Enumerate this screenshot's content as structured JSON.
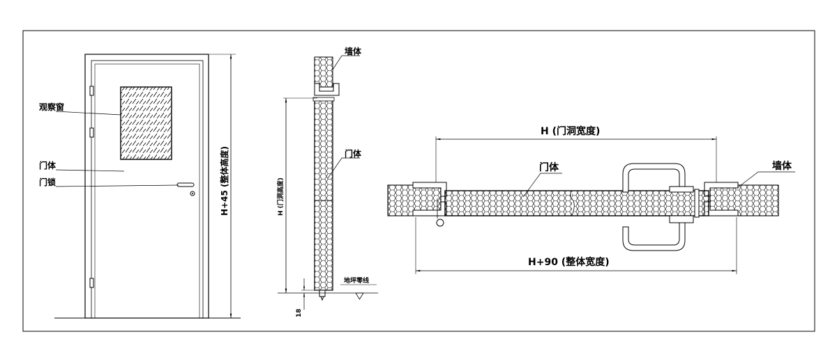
{
  "front_view": {
    "label_window": "观察窗",
    "label_door_body": "门体",
    "label_lock": "门锁",
    "dim_total_height": "H+45 (整体高度)"
  },
  "side_view": {
    "label_wall": "墙体",
    "label_door_body": "门体",
    "label_floor_line": "地坪零线",
    "dim_opening_height": "H (门洞高度)",
    "dim_gap": "18"
  },
  "plan_view": {
    "dim_opening_width": "H (门洞宽度)",
    "label_door_body": "门体",
    "label_wall": "墙体",
    "dim_total_width": "H+90 (整体宽度)"
  }
}
